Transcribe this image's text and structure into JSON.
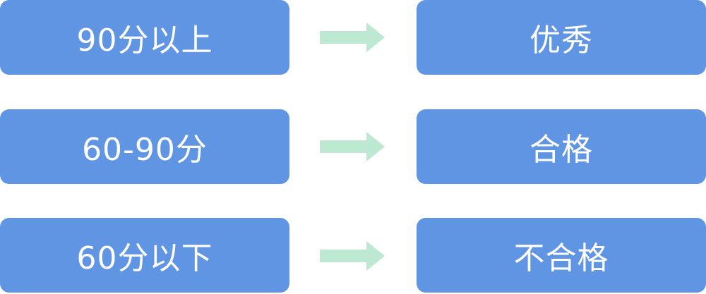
{
  "colors": {
    "box": "#5f95e3",
    "box_text": "#ffffff",
    "arrow": "#bde8d2"
  },
  "rows": [
    {
      "condition": "90分以上",
      "result": "优秀"
    },
    {
      "condition": "60-90分",
      "result": "合格"
    },
    {
      "condition": "60分以下",
      "result": "不合格"
    }
  ],
  "connector_icon": "right-arrow-icon"
}
